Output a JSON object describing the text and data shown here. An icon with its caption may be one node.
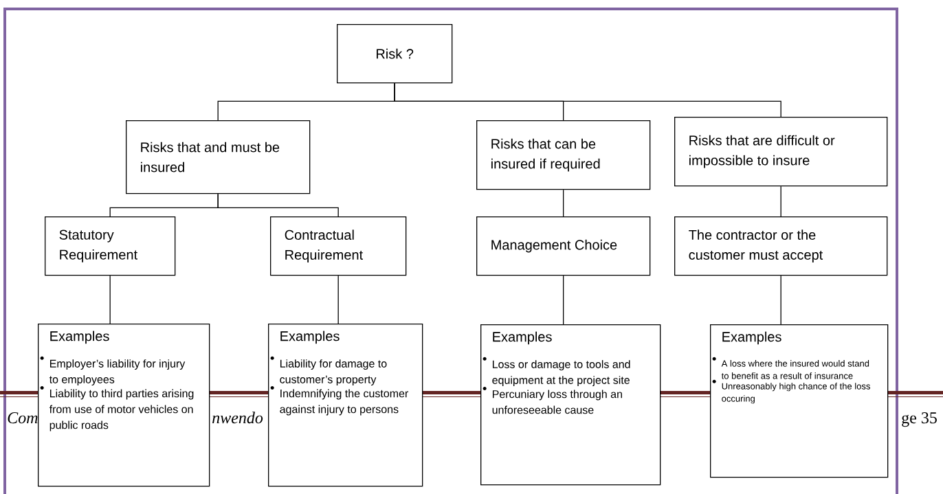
{
  "diagram": {
    "nodes": [
      {
        "text": [
          "Risk ?"
        ]
      },
      {
        "text": [
          "Risks that and must be insured"
        ]
      },
      {
        "text": [
          "Risks that can be insured if required"
        ]
      },
      {
        "text": [
          "Risks that are difficult or impossible to insure"
        ]
      },
      {
        "text": [
          "Statutory Requirement"
        ]
      },
      {
        "text": [
          "Contractual Requirement"
        ]
      },
      {
        "text": [
          "Management Choice"
        ]
      },
      {
        "text": [
          "The contractor or the customer must accept"
        ]
      },
      {
        "text": [
          "Examples",
          "Employer’s liability for injury to employees",
          "Liability to third parties arising from use of motor vehicles on public roads"
        ]
      },
      {
        "text": [
          "Examples",
          "Liability for damage to customer’s property",
          "Indemnifying the customer against injury to persons"
        ]
      },
      {
        "text": [
          "Examples",
          "Loss or damage to tools and equipment at the project site",
          "Percuniary loss through an unforeseeable cause"
        ]
      },
      {
        "text": [
          "Examples",
          "A loss where the insured would stand to benefit as a result of insurance",
          "Unreasonably high chance of the loss occuring"
        ]
      }
    ],
    "edges": [
      {
        "from": 0,
        "to": 1,
        "arrow": "none"
      },
      {
        "from": 0,
        "to": 2,
        "arrow": "none"
      },
      {
        "from": 0,
        "to": 3,
        "arrow": "none"
      },
      {
        "from": 1,
        "to": 4,
        "arrow": "none"
      },
      {
        "from": 1,
        "to": 5,
        "arrow": "none"
      },
      {
        "from": 2,
        "to": 6,
        "arrow": "none"
      },
      {
        "from": 3,
        "to": 7,
        "arrow": "none"
      },
      {
        "from": 4,
        "to": 8,
        "arrow": "none"
      },
      {
        "from": 5,
        "to": 9,
        "arrow": "none"
      },
      {
        "from": 6,
        "to": 10,
        "arrow": "none"
      },
      {
        "from": 7,
        "to": 11,
        "arrow": "none"
      }
    ],
    "labels": [
      "Com",
      "nwendo",
      "ge 35"
    ]
  }
}
